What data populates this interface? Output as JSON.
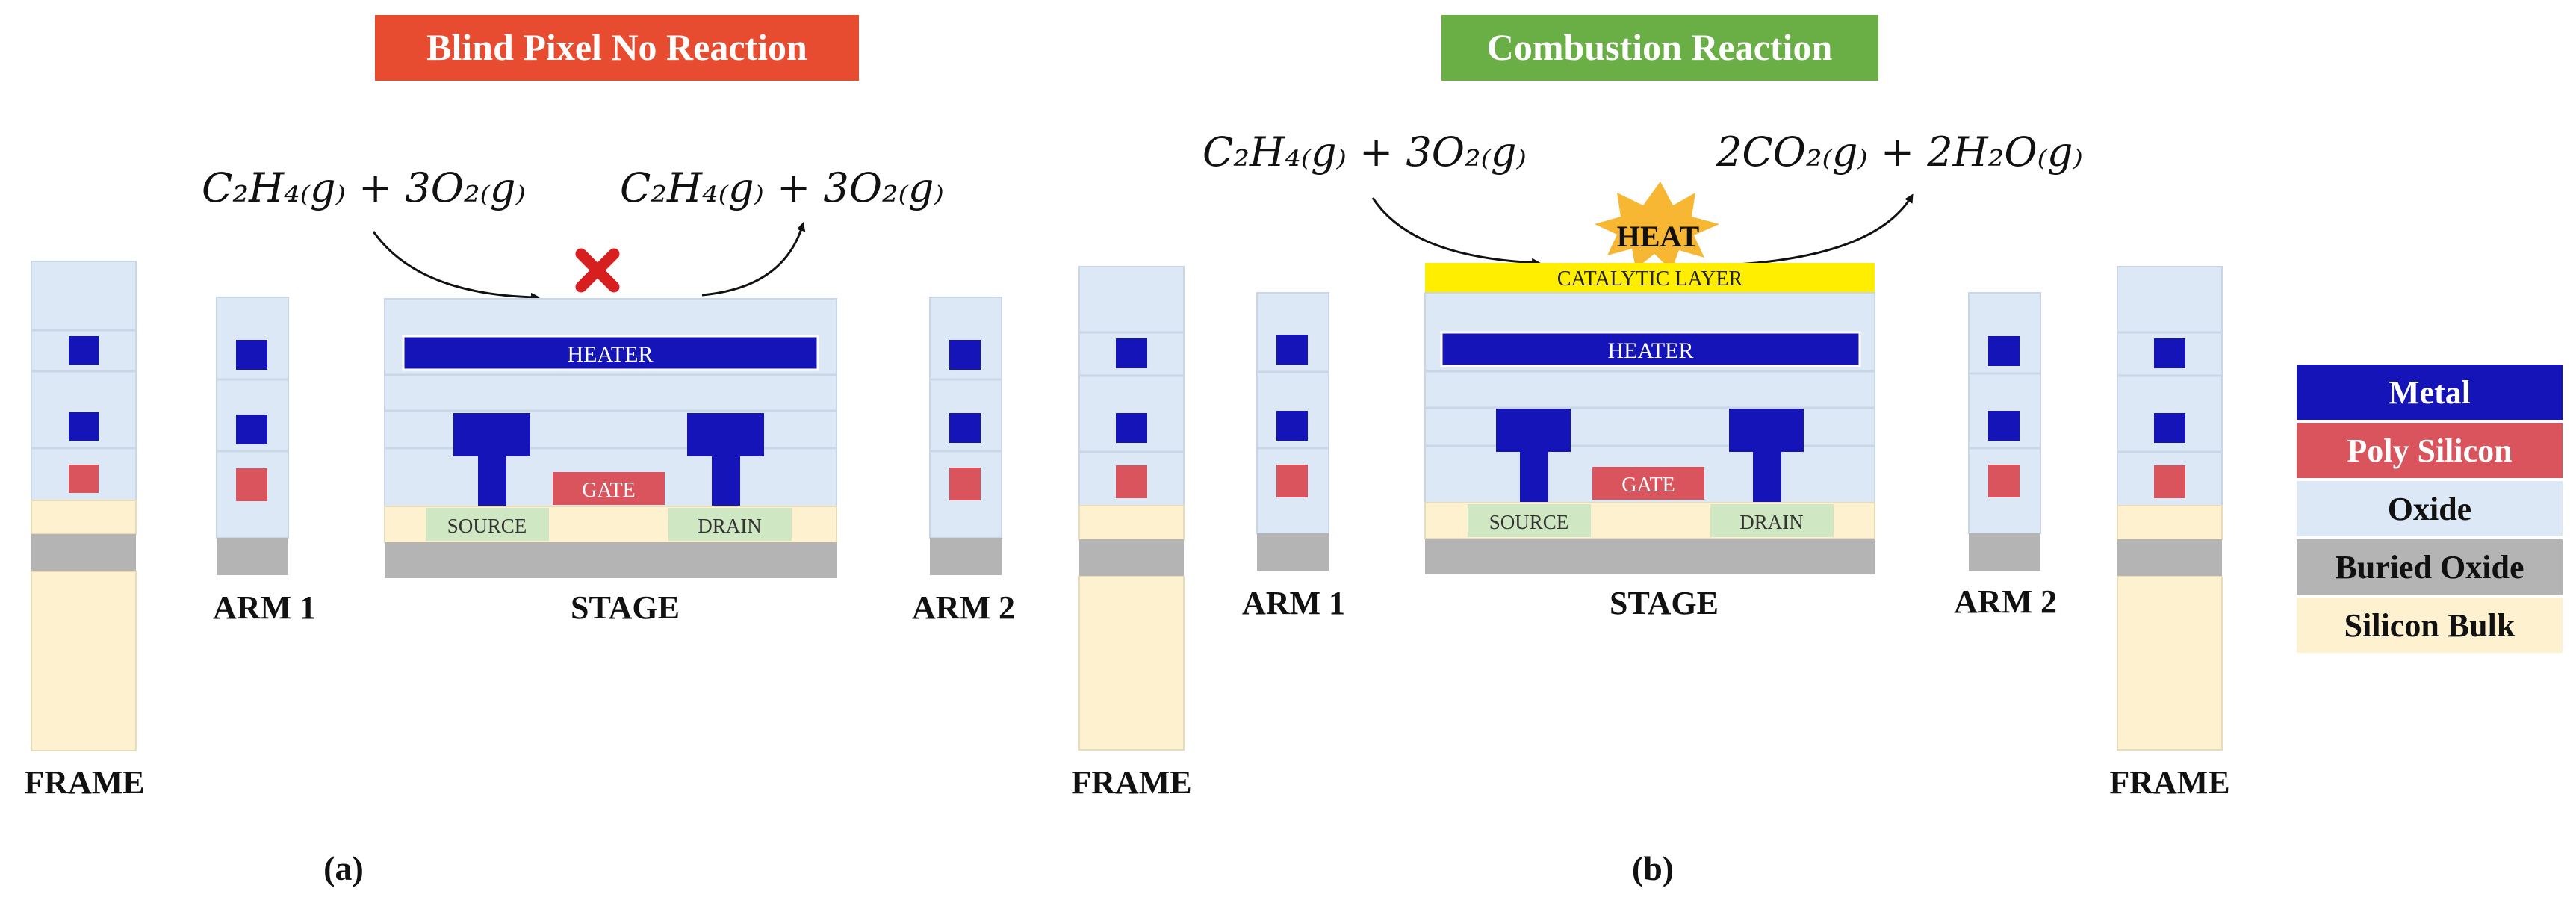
{
  "colors": {
    "metal": "#1414b8",
    "poly": "#d9545c",
    "oxide": "#dce8f5",
    "buried_oxide": "#b4b4b4",
    "silicon_bulk": "#fdf1d0",
    "source_drain": "#cfe7c2",
    "catalytic": "#ffee00",
    "banner_a": "#e84c30",
    "banner_b": "#6aae46",
    "heat_star": "#f7b733",
    "cross": "#d81f1f"
  },
  "panel_a": {
    "banner": "Blind Pixel No Reaction",
    "reactants": "C₂H₄₍g₎ + 3O₂₍g₎",
    "products": "C₂H₄₍g₎ + 3O₂₍g₎",
    "heater": "HEATER",
    "gate": "GATE",
    "source": "SOURCE",
    "drain": "DRAIN",
    "frame_label": "FRAME",
    "arm1_label": "ARM 1",
    "stage_label": "STAGE",
    "arm2_label": "ARM 2",
    "caption": "(a)"
  },
  "panel_b": {
    "banner": "Combustion Reaction",
    "reactants": "C₂H₄₍g₎ + 3O₂₍g₎",
    "products": "2CO₂₍g₎ + 2H₂O₍g₎",
    "heat": "HEAT",
    "catalytic": "CATALYTIC LAYER",
    "heater": "HEATER",
    "gate": "GATE",
    "source": "SOURCE",
    "drain": "DRAIN",
    "frame_left_label": "FRAME",
    "arm1_label": "ARM 1",
    "stage_label": "STAGE",
    "arm2_label": "ARM 2",
    "frame_right_label": "FRAME",
    "caption": "(b)"
  },
  "legend": {
    "metal": "Metal",
    "poly": "Poly Silicon",
    "oxide": "Oxide",
    "buried_oxide": "Buried Oxide",
    "silicon_bulk": "Silicon Bulk"
  }
}
